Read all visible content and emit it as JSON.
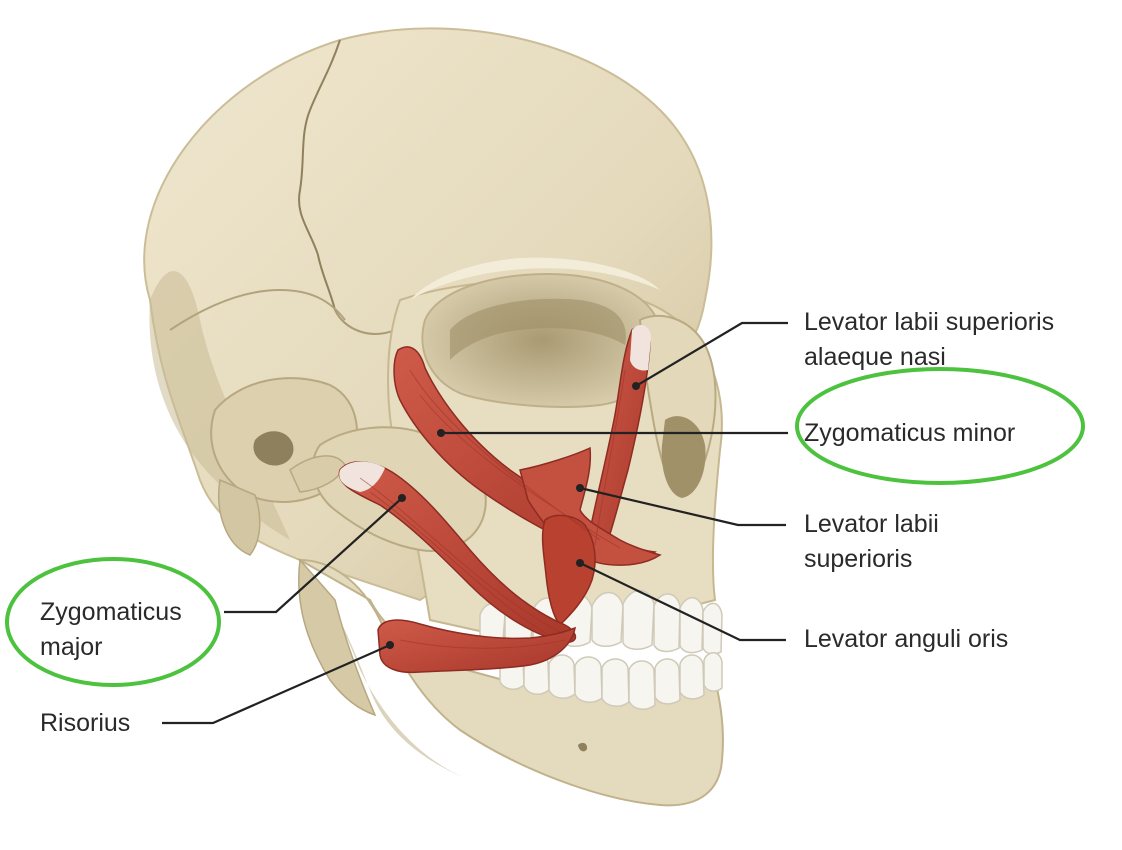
{
  "labels": {
    "lls_alaeque_nasi": [
      "Levator labii superioris",
      "alaeque nasi"
    ],
    "zygomaticus_minor": [
      "Zygomaticus minor"
    ],
    "lls": [
      "Levator labii",
      "superioris"
    ],
    "levator_anguli_oris": [
      "Levator anguli oris"
    ],
    "zygomaticus_major": [
      "Zygomaticus",
      "major"
    ],
    "risorius": [
      "Risorius"
    ]
  },
  "highlighted": [
    "zygomaticus_minor",
    "zygomaticus_major"
  ],
  "colors": {
    "bone": "#e6dcc0",
    "bone_shadow": "#b9ab87",
    "muscle": "#c0493a",
    "muscle_dark": "#8e2c22",
    "tendon": "#f1e4de",
    "teeth": "#f7f5ef",
    "leader": "#222222",
    "highlight_ring": "#4cc23e"
  }
}
